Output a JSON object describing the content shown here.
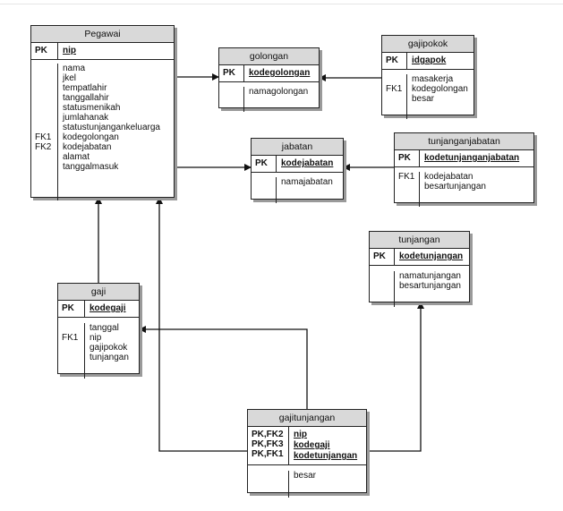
{
  "entities": {
    "pegawai": {
      "title": "Pegawai",
      "pk_keys": [
        "PK"
      ],
      "pk_attrs": [
        "nip"
      ],
      "fk_keys": [
        "",
        "",
        "",
        "",
        "",
        "",
        "",
        "FK1",
        "FK2",
        "",
        ""
      ],
      "attrs": [
        "nama",
        "jkel",
        "tempatlahir",
        "tanggallahir",
        "statusmenikah",
        "jumlahanak",
        "statustunjangankeluarga",
        "kodegolongan",
        "kodejabatan",
        "alamat",
        "tanggalmasuk"
      ]
    },
    "golongan": {
      "title": "golongan",
      "pk_keys": [
        "PK"
      ],
      "pk_attrs": [
        "kodegolongan"
      ],
      "fk_keys": [
        ""
      ],
      "attrs": [
        "namagolongan"
      ]
    },
    "gajipokok": {
      "title": "gajipokok",
      "pk_keys": [
        "PK"
      ],
      "pk_attrs": [
        "idgapok"
      ],
      "fk_keys": [
        "",
        "FK1",
        ""
      ],
      "attrs": [
        "masakerja",
        "kodegolongan",
        "besar"
      ]
    },
    "jabatan": {
      "title": "jabatan",
      "pk_keys": [
        "PK"
      ],
      "pk_attrs": [
        "kodejabatan"
      ],
      "fk_keys": [
        ""
      ],
      "attrs": [
        "namajabatan"
      ]
    },
    "tunjanganjabatan": {
      "title": "tunjanganjabatan",
      "pk_keys": [
        "PK"
      ],
      "pk_attrs": [
        "kodetunjanganjabatan"
      ],
      "fk_keys": [
        "FK1",
        ""
      ],
      "attrs": [
        "kodejabatan",
        "besartunjangan"
      ]
    },
    "tunjangan": {
      "title": "tunjangan",
      "pk_keys": [
        "PK"
      ],
      "pk_attrs": [
        "kodetunjangan"
      ],
      "fk_keys": [
        "",
        ""
      ],
      "attrs": [
        "namatunjangan",
        "besartunjangan"
      ]
    },
    "gaji": {
      "title": "gaji",
      "pk_keys": [
        "PK"
      ],
      "pk_attrs": [
        "kodegaji"
      ],
      "fk_keys": [
        "",
        "FK1",
        "",
        ""
      ],
      "attrs": [
        "tanggal",
        "nip",
        "gajipokok",
        "tunjangan"
      ]
    },
    "gajitunjangan": {
      "title": "gajitunjangan",
      "pk_keys": [
        "PK,FK2",
        "PK,FK3",
        "PK,FK1"
      ],
      "pk_attrs": [
        "nip",
        "kodegaji",
        "kodetunjangan"
      ],
      "fk_keys": [
        ""
      ],
      "attrs": [
        "besar"
      ]
    }
  }
}
